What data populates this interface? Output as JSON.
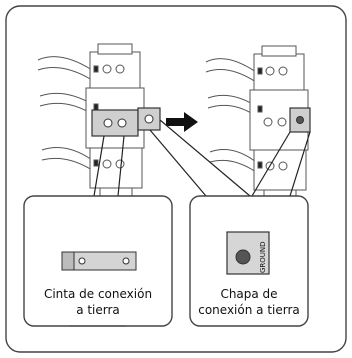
{
  "callouts": {
    "left": {
      "line1": "Cinta de conexión",
      "line2": "a tierra"
    },
    "right": {
      "line1": "Chapa de",
      "line2": "conexión a tierra",
      "plate_text": "GROUND"
    }
  },
  "icons": [
    "arrow-right-icon",
    "ground-plate-icon",
    "ground-strip-icon"
  ],
  "colors": {
    "highlight": "#cfcfcf",
    "stroke": "#333333",
    "dot": "#555555"
  }
}
